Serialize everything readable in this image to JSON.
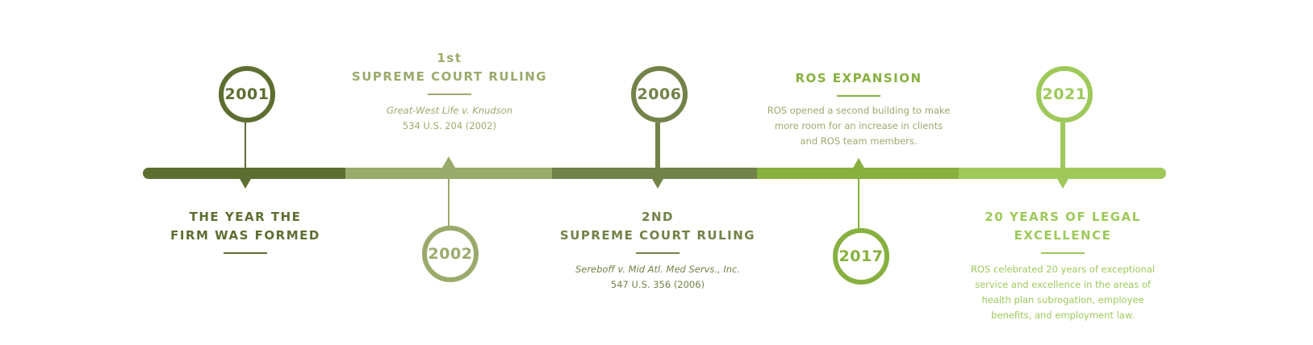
{
  "colors": {
    "dark_olive": "#5d6e31",
    "sage": "#9aaa6b",
    "olive": "#718348",
    "green": "#87b03f",
    "light_green": "#9ec95a"
  },
  "milestones": [
    {
      "year": "2001",
      "title_line1": "THE YEAR THE",
      "title_line2": "FIRM WAS FORMED"
    },
    {
      "year": "2002",
      "title_line1": "1st",
      "title_line2": "SUPREME COURT RULING",
      "case_name": "Great-West Life v. Knudson",
      "citation": "534 U.S. 204 (2002)"
    },
    {
      "year": "2006",
      "title_line1": "2ND",
      "title_line2": "SUPREME COURT RULING",
      "case_name": "Sereboff v. Mid Atl. Med Servs., Inc.",
      "citation": "547 U.S. 356 (2006)"
    },
    {
      "year": "2017",
      "title_line1": "ROS EXPANSION",
      "desc_lines": [
        "ROS opened a second building to make",
        "more room for an increase in clients",
        "and ROS team members."
      ]
    },
    {
      "year": "2021",
      "title_line1": "20 YEARS OF LEGAL",
      "title_line2": "EXCELLENCE",
      "desc_lines": [
        "ROS celebrated 20 years of exceptional",
        "service and excellence in the areas of",
        "health plan subrogation, employee",
        "benefits, and employment law."
      ]
    }
  ]
}
